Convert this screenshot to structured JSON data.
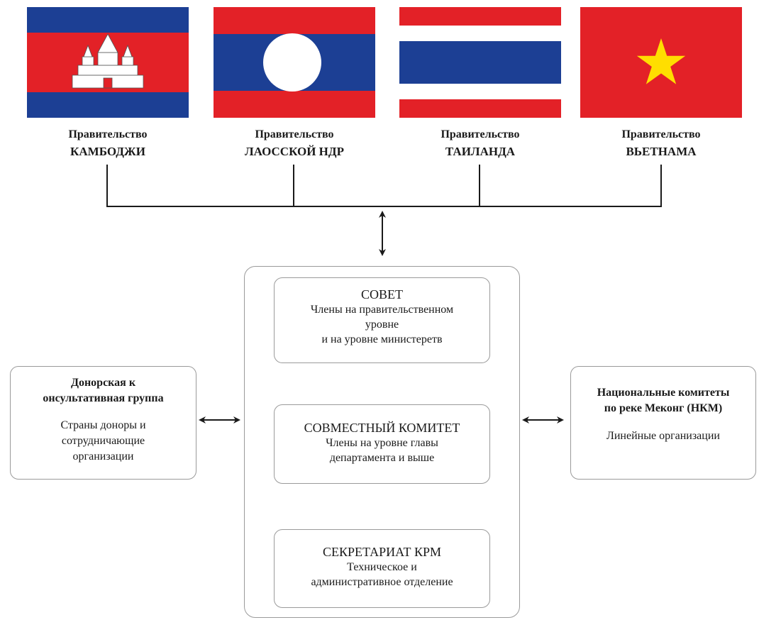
{
  "governments": [
    {
      "prefix": "Правительство",
      "country": "КАМБОДЖИ",
      "flag": "cambodia"
    },
    {
      "prefix": "Правительство",
      "country": "ЛАОССКОЙ НДР",
      "flag": "laos"
    },
    {
      "prefix": "Правительство",
      "country": "ТАИЛАНДА",
      "flag": "thailand"
    },
    {
      "prefix": "Правительство",
      "country": "ВЬЕТНАМА",
      "flag": "vietnam"
    }
  ],
  "council": {
    "title": "СОВЕТ",
    "lines": [
      "Члены на правительственном",
      "уровне",
      "и на уровне министеретв"
    ]
  },
  "joint_committee": {
    "title": "СОВМЕСТНЫЙ КОМИТЕТ",
    "lines": [
      "Члены на уровне главы",
      "департамента и выше"
    ]
  },
  "secretariat": {
    "title": "СЕКРЕТАРИАТ КРМ",
    "lines": [
      "Техническое и",
      "административное отделение"
    ]
  },
  "donor_group": {
    "title_lines": [
      "Донорская к",
      "онсультативная группа"
    ],
    "desc_lines": [
      "Страны доноры и",
      "сотрудничающие",
      "организации"
    ]
  },
  "national_committees": {
    "title_lines": [
      "Национальные комитеты",
      "по реке Меконг (НКМ)"
    ],
    "desc_lines": [
      "Линейные организации"
    ]
  },
  "colors": {
    "red": "#e32127",
    "blue": "#1c3f94",
    "white": "#ffffff",
    "yellow": "#ffde00",
    "border": "#9a9a9a",
    "line": "#1a1a1a"
  }
}
